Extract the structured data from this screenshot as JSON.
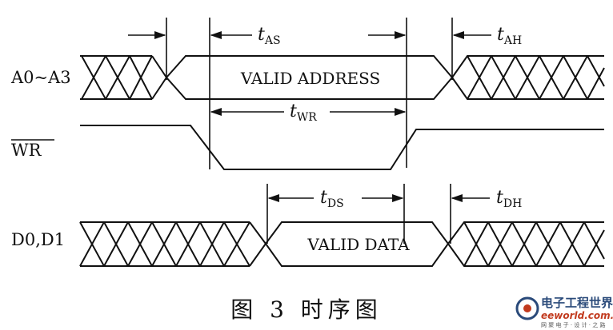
{
  "signals": {
    "address": "A0~A3",
    "write": "WR",
    "data": "D0,D1"
  },
  "boxes": {
    "valid_address": "VALID ADDRESS",
    "valid_data": "VALID DATA"
  },
  "timings": {
    "t_as": {
      "t": "t",
      "sub": "AS"
    },
    "t_ah": {
      "t": "t",
      "sub": "AH"
    },
    "t_wr": {
      "t": "t",
      "sub": "WR"
    },
    "t_ds": {
      "t": "t",
      "sub": "DS"
    },
    "t_dh": {
      "t": "t",
      "sub": "DH"
    }
  },
  "caption": "图 3   时序图",
  "watermark": {
    "line1": "电子工程世界",
    "line2": "eeworld.com.cn",
    "line3": "网 聚 电 子 · 设 计 · 之 路"
  }
}
